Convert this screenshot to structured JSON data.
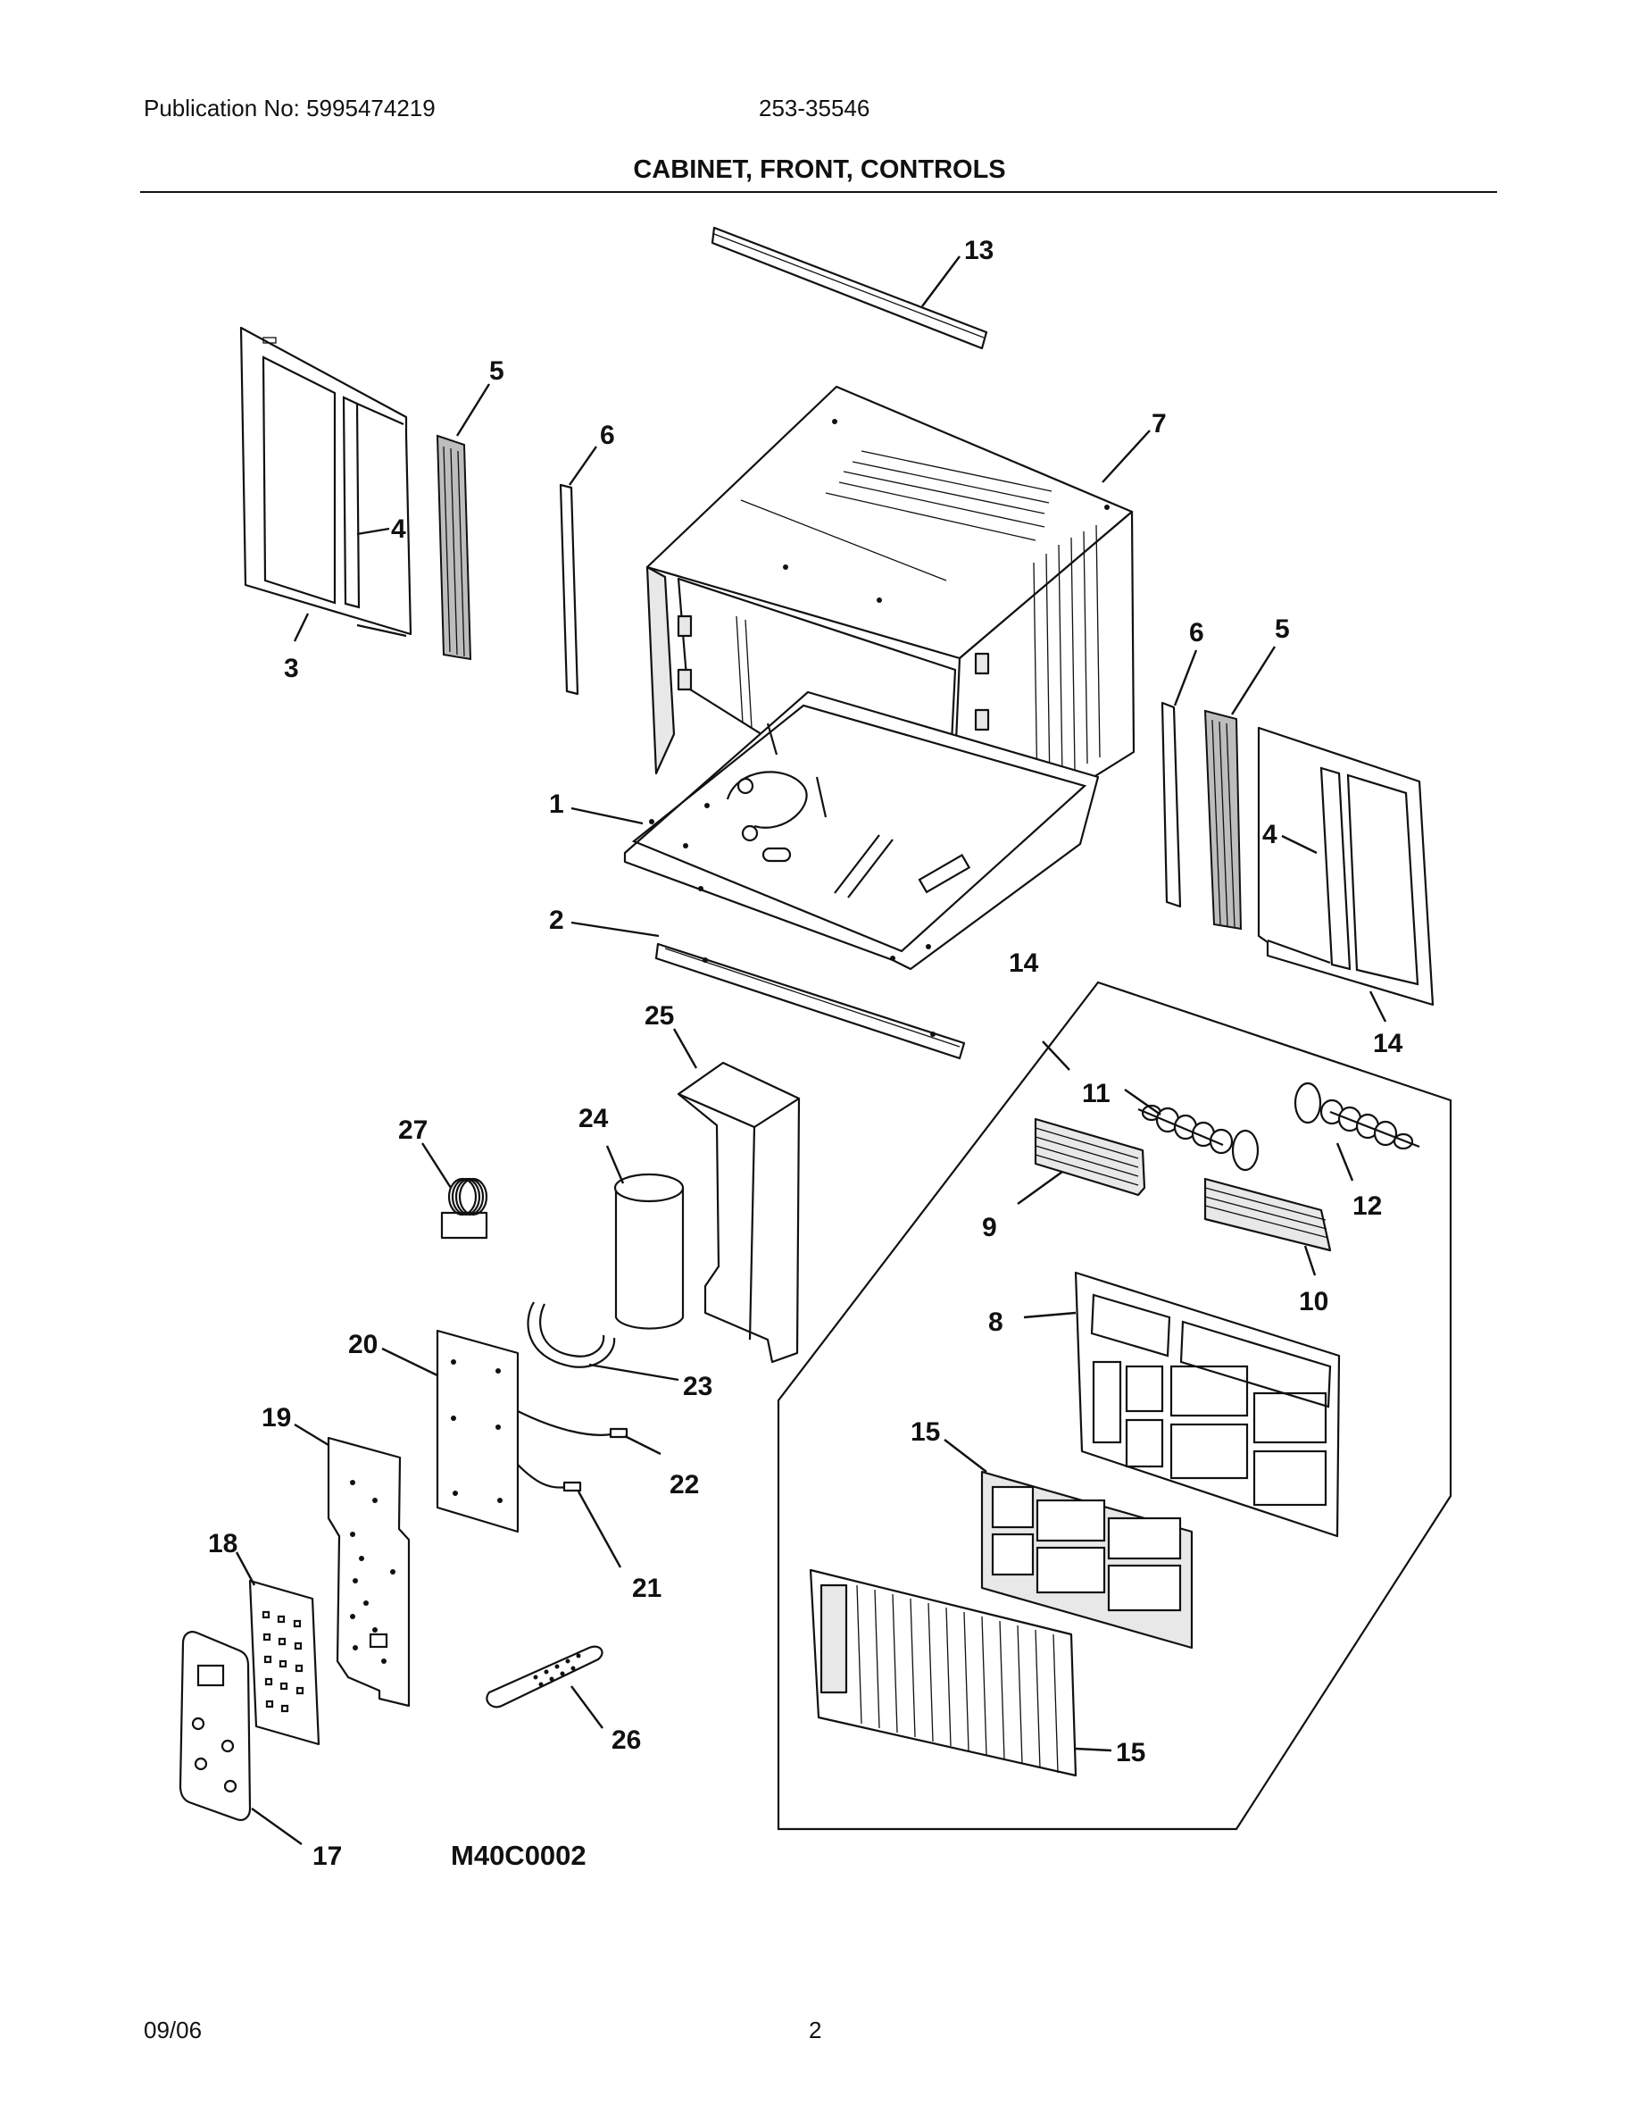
{
  "header": {
    "publication": "Publication No: 5995474219",
    "model": "253-35546",
    "title": "CABINET, FRONT, CONTROLS"
  },
  "diagram": {
    "id": "M40C0002",
    "callouts": [
      "1",
      "2",
      "3",
      "4",
      "4",
      "5",
      "5",
      "6",
      "6",
      "7",
      "8",
      "9",
      "10",
      "11",
      "12",
      "13",
      "14",
      "14",
      "15",
      "15",
      "17",
      "18",
      "19",
      "20",
      "21",
      "22",
      "23",
      "24",
      "25",
      "26",
      "27"
    ]
  },
  "footer": {
    "date": "09/06",
    "page": "2"
  }
}
